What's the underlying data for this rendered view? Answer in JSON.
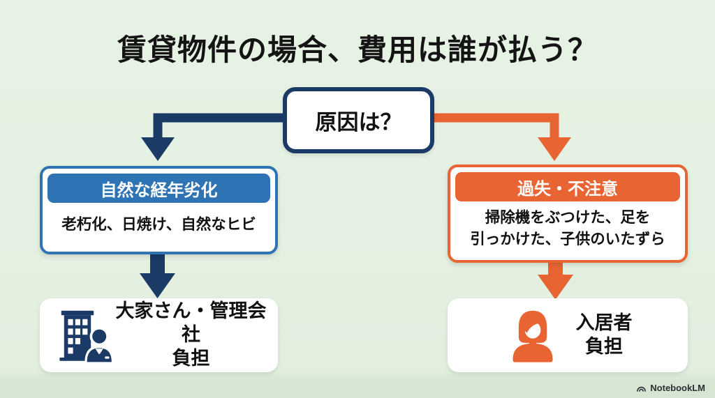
{
  "title": "賃貸物件の場合、費用は誰が払う？",
  "decision": {
    "label": "原因は？"
  },
  "branches": {
    "left": {
      "header": "自然な経年劣化",
      "examples": "老朽化、日焼け、自然なヒビ",
      "payer_line1": "大家さん・管理会社",
      "payer_line2": "負担",
      "icon": "landlord-building-icon",
      "accent_color": "#2e74b5",
      "arrow_color": "#1b3a66"
    },
    "right": {
      "header": "過失・不注意",
      "examples_line1": "掃除機をぶつけた、足を",
      "examples_line2": "引っかけた、子供のいたずら",
      "payer_line1": "入居者",
      "payer_line2": "負担",
      "icon": "tenant-person-icon",
      "accent_color": "#e96433",
      "arrow_color": "#e96433"
    }
  },
  "watermark": {
    "label": "NotebookLM",
    "icon": "notebooklm-logo-icon"
  },
  "canvas": {
    "background_color": "#e3f0e1",
    "decision_border_color": "#1b3a66",
    "text_color": "#111111"
  }
}
